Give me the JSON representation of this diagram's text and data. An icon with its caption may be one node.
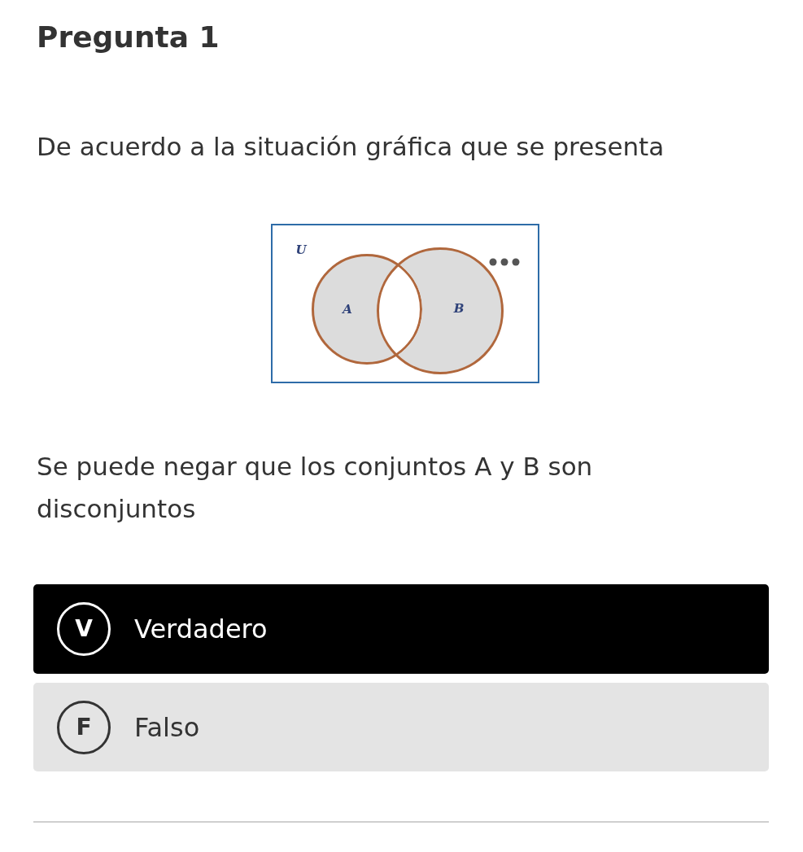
{
  "diagram": {
    "title": "Pregunta 1",
    "nodes": [
      {
        "text": [
          "U"
        ]
      },
      {
        "text": [
          "A"
        ],
        "in": 0
      },
      {
        "text": [
          "B"
        ],
        "in": 0
      },
      {
        "text": [
          "Verdadero"
        ]
      },
      {
        "text": [
          "V"
        ],
        "in": 3
      },
      {
        "text": [
          "Falso"
        ]
      },
      {
        "text": [
          "F"
        ],
        "in": 5
      }
    ],
    "labels": [
      "De acuerdo a la situación gráfica que se presenta",
      "Se puede negar que los conjuntos A y B son disconjuntos"
    ]
  }
}
